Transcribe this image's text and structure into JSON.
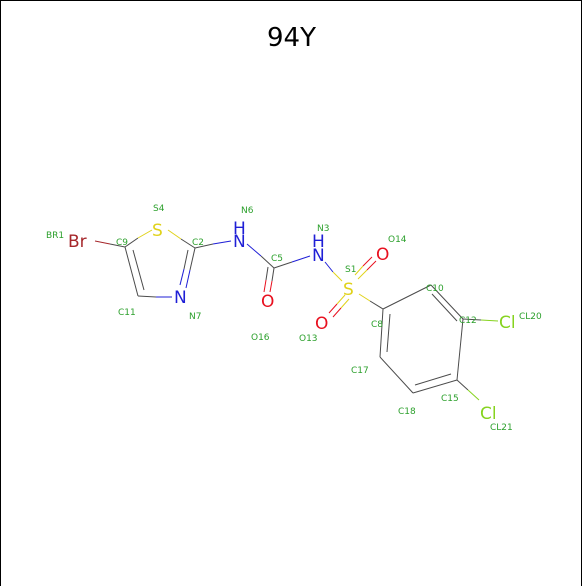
{
  "title": "94Y",
  "colors": {
    "carbon_bond": "#4b4b4b",
    "nitrogen": "#1f1fd6",
    "oxygen": "#e8101f",
    "sulfur": "#e0d21a",
    "bromine": "#a5262a",
    "chlorine": "#86d31f",
    "atom_label": "#2ca02c"
  },
  "molecule": {
    "element_symbols": {
      "br": "Br",
      "s_ring": "S",
      "n_amine": "N",
      "h_amine": "H",
      "n_ring": "N",
      "n_sulfonamide": "N",
      "h_sulfonamide": "H",
      "o_carbonyl": "O",
      "s_sulfonyl": "S",
      "o_sulfonyl_top": "O",
      "o_sulfonyl_bottom": "O",
      "cl_upper": "Cl",
      "cl_lower": "Cl"
    },
    "atom_labels": {
      "br1": "BR1",
      "c9": "C9",
      "s4": "S4",
      "c2": "C2",
      "n6": "N6",
      "c11": "C11",
      "n7": "N7",
      "c5": "C5",
      "n3": "N3",
      "o16": "O16",
      "o14": "O14",
      "s1": "S1",
      "o13": "O13",
      "c10": "C10",
      "c8": "C8",
      "c12": "C12",
      "cl20": "CL20",
      "c17": "C17",
      "c15": "C15",
      "c18": "C18",
      "cl21": "CL21"
    }
  }
}
